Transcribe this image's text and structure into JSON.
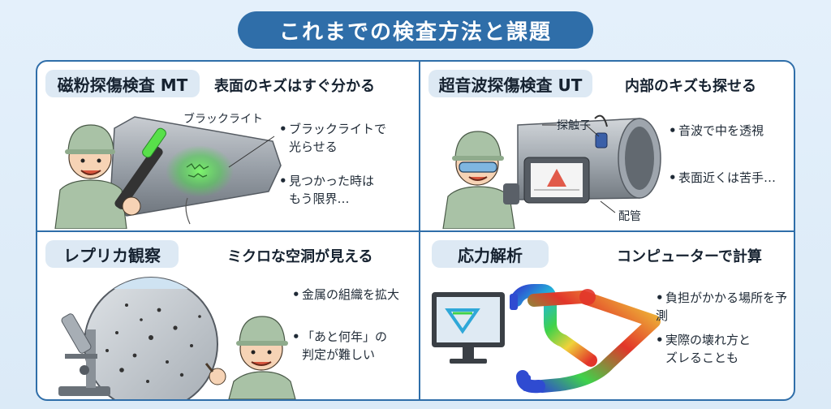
{
  "title": "これまでの検査方法と課題",
  "panels": {
    "mt": {
      "label": "磁粉探傷検査 MT",
      "subtitle": "表面のキズはすぐ分かる",
      "callout": "ブラックライト",
      "bullets": [
        {
          "line1": "ブラックライトで",
          "line2": "光らせる"
        },
        {
          "line1": "見つかった時は",
          "line2": "もう限界…"
        }
      ]
    },
    "ut": {
      "label": "超音波探傷検査 UT",
      "subtitle": "内部のキズも探せる",
      "callout_probe": "探触子",
      "callout_pipe": "配管",
      "bullets": [
        {
          "line1": "音波で中を透視",
          "line2": ""
        },
        {
          "line1": "表面近くは苦手…",
          "line2": ""
        }
      ]
    },
    "replica": {
      "label": "レプリカ観察",
      "subtitle": "ミクロな空洞が見える",
      "bullets": [
        {
          "line1": "金属の組織を拡大",
          "line2": ""
        },
        {
          "line1": "「あと何年」の",
          "line2": "判定が難しい"
        }
      ]
    },
    "stress": {
      "label": "応力解析",
      "subtitle": "コンピューターで計算",
      "bullets": [
        {
          "line1": "負担がかかる場所を予測",
          "line2": ""
        },
        {
          "line1": "実際の壊れ方と",
          "line2": "ズレることも"
        }
      ]
    }
  },
  "colors": {
    "accent": "#2f6ea9",
    "label_bg": "#dde9f4",
    "uniform": "#a9c2a6",
    "glow": "#4cd24c"
  }
}
